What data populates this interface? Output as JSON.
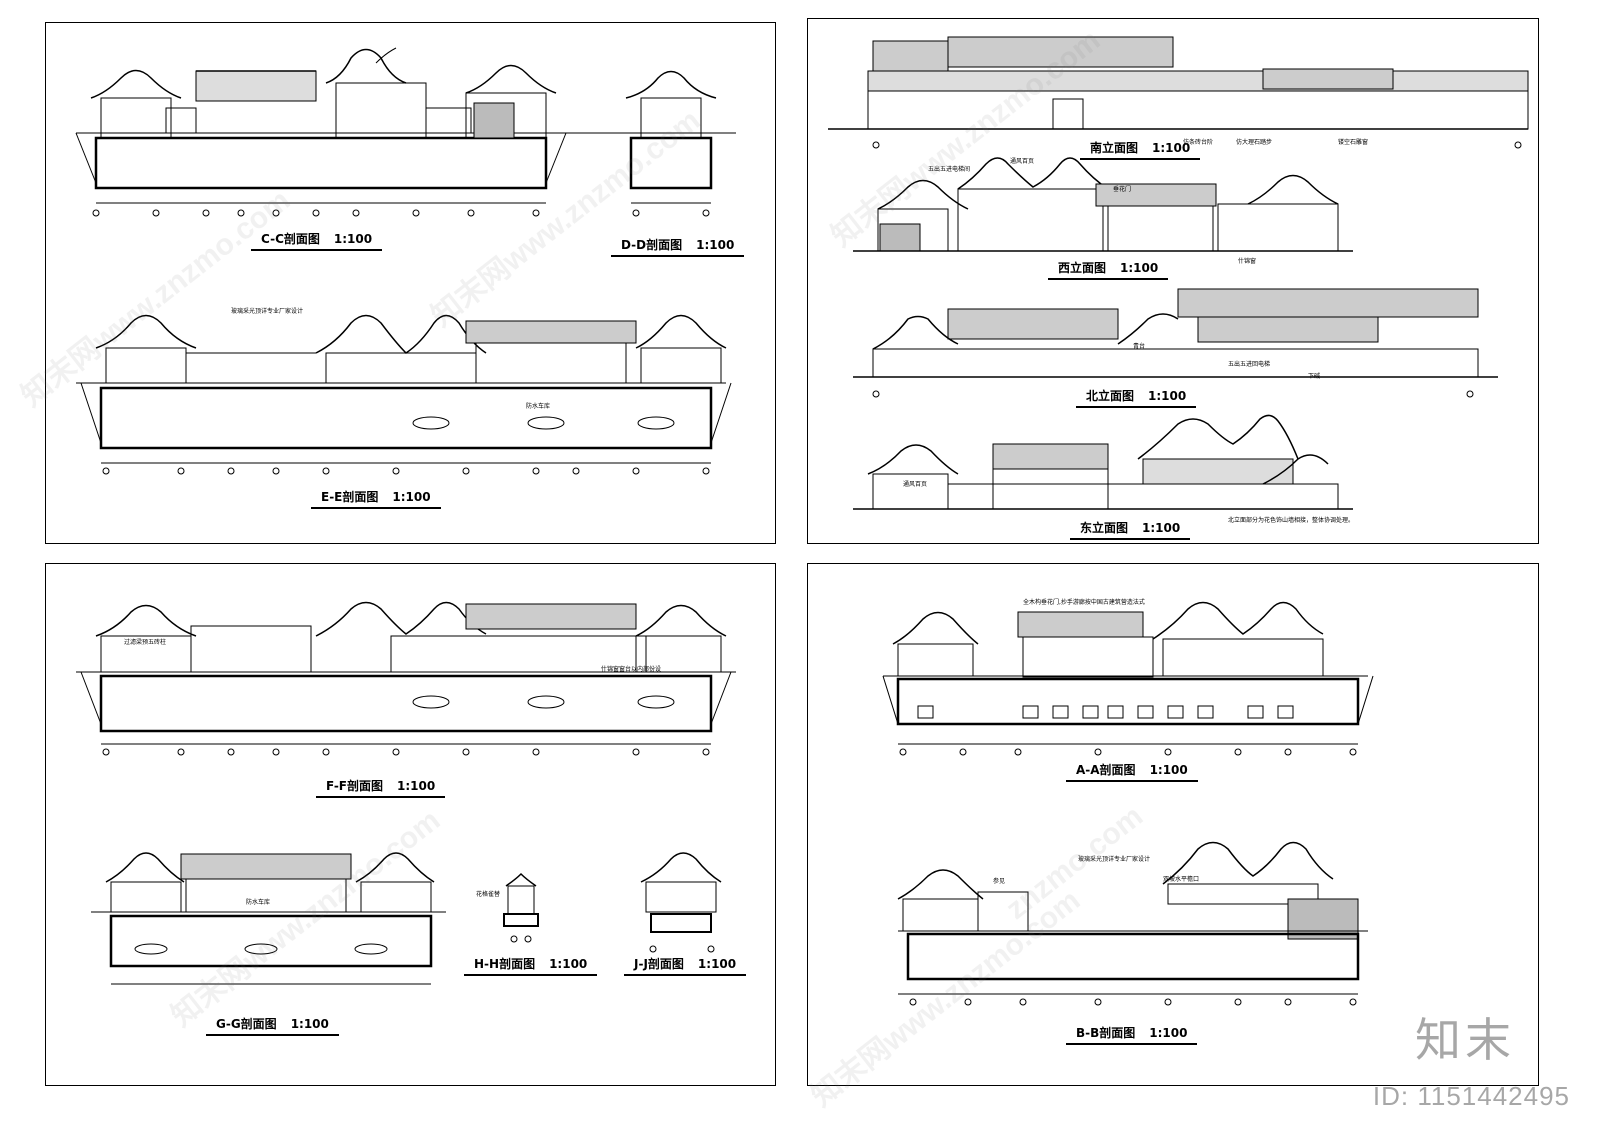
{
  "sheets": {
    "top_left": {
      "views": [
        {
          "title": "C-C剖面图",
          "scale": "1:100"
        },
        {
          "title": "D-D剖面图",
          "scale": "1:100"
        },
        {
          "title": "E-E剖面图",
          "scale": "1:100"
        }
      ],
      "notes": {
        "skylight": "玻璃采光顶详专业厂家设计",
        "parking": "防水车库"
      }
    },
    "top_right": {
      "views": [
        {
          "title": "南立面图",
          "scale": "1:100"
        },
        {
          "title": "西立面图",
          "scale": "1:100"
        },
        {
          "title": "北立面图",
          "scale": "1:100"
        },
        {
          "title": "东立面图",
          "scale": "1:100"
        }
      ],
      "notes": {
        "south_1": "仿条砖台阶",
        "south_2": "仿大理石踏步",
        "south_3": "镂空石雕窗",
        "west_1": "五出五进电梯间",
        "west_2": "通风百页",
        "west_3": "垂花门",
        "west_4": "什锦窗",
        "north_1": "青台",
        "north_2": "五出五进回电梯",
        "north_3": "下碱",
        "east_1": "通风百页",
        "east_2": "北立面部分为花色饰山墙相接，整体协调处理。"
      }
    },
    "bottom_left": {
      "views": [
        {
          "title": "F-F剖面图",
          "scale": "1:100"
        },
        {
          "title": "G-G剖面图",
          "scale": "1:100"
        },
        {
          "title": "H-H剖面图",
          "scale": "1:100"
        },
        {
          "title": "J-J剖面图",
          "scale": "1:100"
        }
      ],
      "notes": {
        "f_1": "过滤梁预五砖柱",
        "f_2": "什锦窗窗台以内部份设",
        "g_1": "防水车库",
        "h_1": "花格雀替"
      }
    },
    "bottom_right": {
      "views": [
        {
          "title": "A-A剖面图",
          "scale": "1:100"
        },
        {
          "title": "B-B剖面图",
          "scale": "1:100"
        }
      ],
      "notes": {
        "a_1": "全木构垂花门,抄手游廊按中国古建筑营造法式",
        "b_1": "玻璃采光顶详专业厂家设计",
        "b_2": "双坡水平檐口",
        "b_3": "参见"
      }
    }
  },
  "watermark": {
    "site": "znzmo.com",
    "site_cn": "知末网www.znzmo.com"
  },
  "brand": {
    "logo": "知末",
    "id": "ID: 1151442495"
  }
}
